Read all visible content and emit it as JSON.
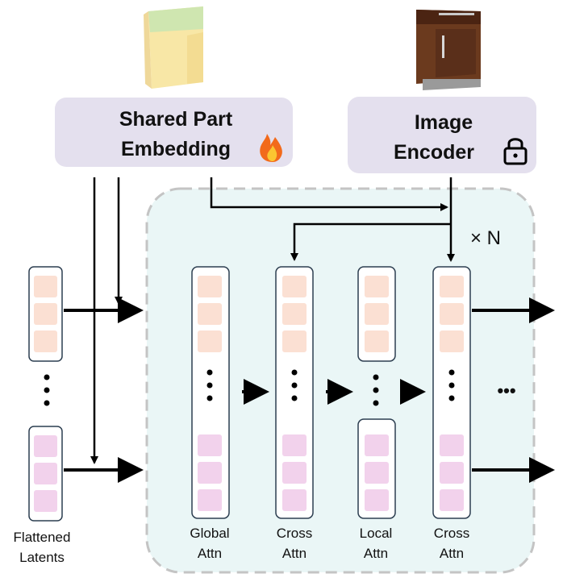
{
  "shared_part": {
    "line1": "Shared Part",
    "line2": "Embedding"
  },
  "image_encoder": {
    "line1": "Image",
    "line2": "Encoder"
  },
  "repeat_label": "× N",
  "flattened": {
    "line1": "Flattened",
    "line2": "Latents"
  },
  "blocks": [
    {
      "line1": "Global",
      "line2": "Attn"
    },
    {
      "line1": "Cross",
      "line2": "Attn"
    },
    {
      "line1": "Local",
      "line2": "Attn"
    },
    {
      "line1": "Cross",
      "line2": "Attn"
    }
  ],
  "ellipsis": "•••",
  "colors": {
    "header_box": "#e4e0ee",
    "block_region": "#eaf6f6",
    "peach_token": "#fbe0d3",
    "pink_token": "#f2d2ec",
    "cabinet_plain": "#f8e7a6",
    "cabinet_top": "#cfe6b0",
    "cabinet_wood": "#5a2f1a"
  }
}
